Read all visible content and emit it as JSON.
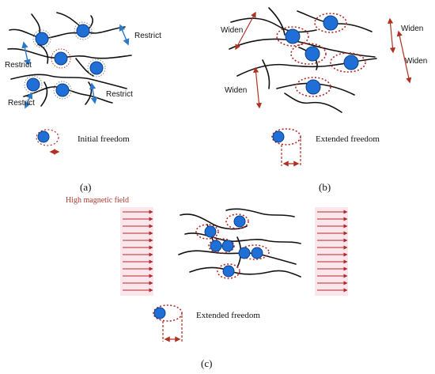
{
  "panel_a": {
    "caption": "(a)",
    "labels": {
      "restrict": "Restrict"
    },
    "legend_text": "Initial freedom"
  },
  "panel_b": {
    "caption": "(b)",
    "labels": {
      "widen": "Widen"
    },
    "legend_text": "Extended freedom"
  },
  "panel_c": {
    "caption": "(c)",
    "field_label": "High magnetic field",
    "legend_text": "Extended freedom"
  },
  "colors": {
    "particle": "#1f6fd6",
    "restrict_arrow": "#2b78c9",
    "widen_arrow": "#b03022",
    "field_arrow": "#b02a2a",
    "field_background": "#fbe6ec"
  }
}
